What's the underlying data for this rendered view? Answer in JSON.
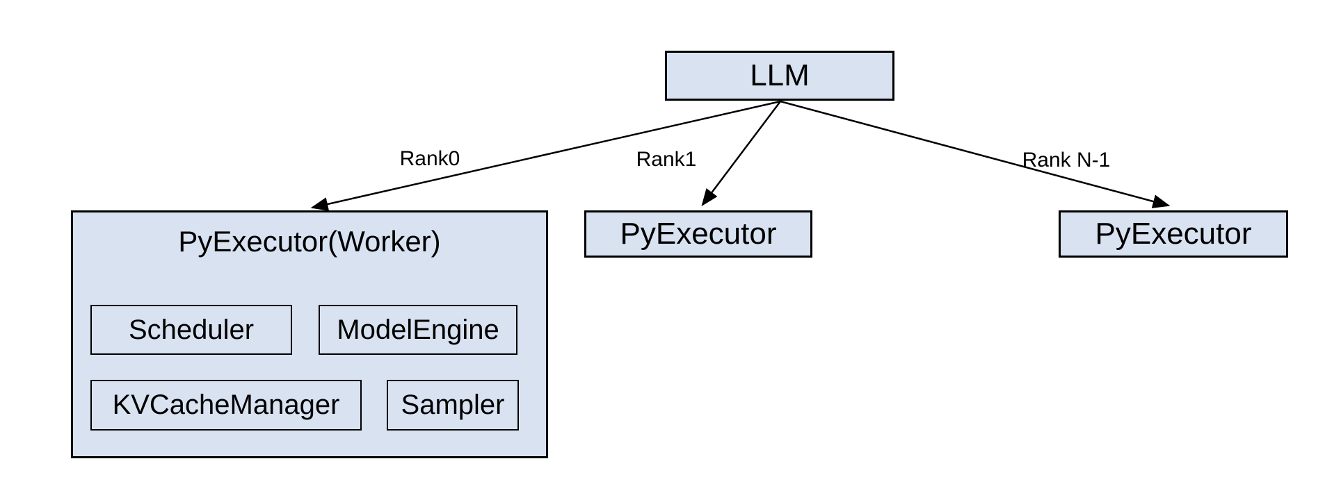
{
  "diagram": {
    "llm": {
      "label": "LLM"
    },
    "edges": [
      {
        "label": "Rank0"
      },
      {
        "label": "Rank1"
      },
      {
        "label": "Rank N-1"
      }
    ],
    "worker": {
      "title": "PyExecutor(Worker)",
      "components": [
        {
          "label": "Scheduler"
        },
        {
          "label": "ModelEngine"
        },
        {
          "label": "KVCacheManager"
        },
        {
          "label": "Sampler"
        }
      ]
    },
    "executors": [
      {
        "label": "PyExecutor"
      },
      {
        "label": "PyExecutor"
      }
    ],
    "colors": {
      "box_fill": "#d9e2f1",
      "box_border": "#000000",
      "text": "#000000",
      "arrow": "#000000",
      "background": "#ffffff"
    }
  }
}
